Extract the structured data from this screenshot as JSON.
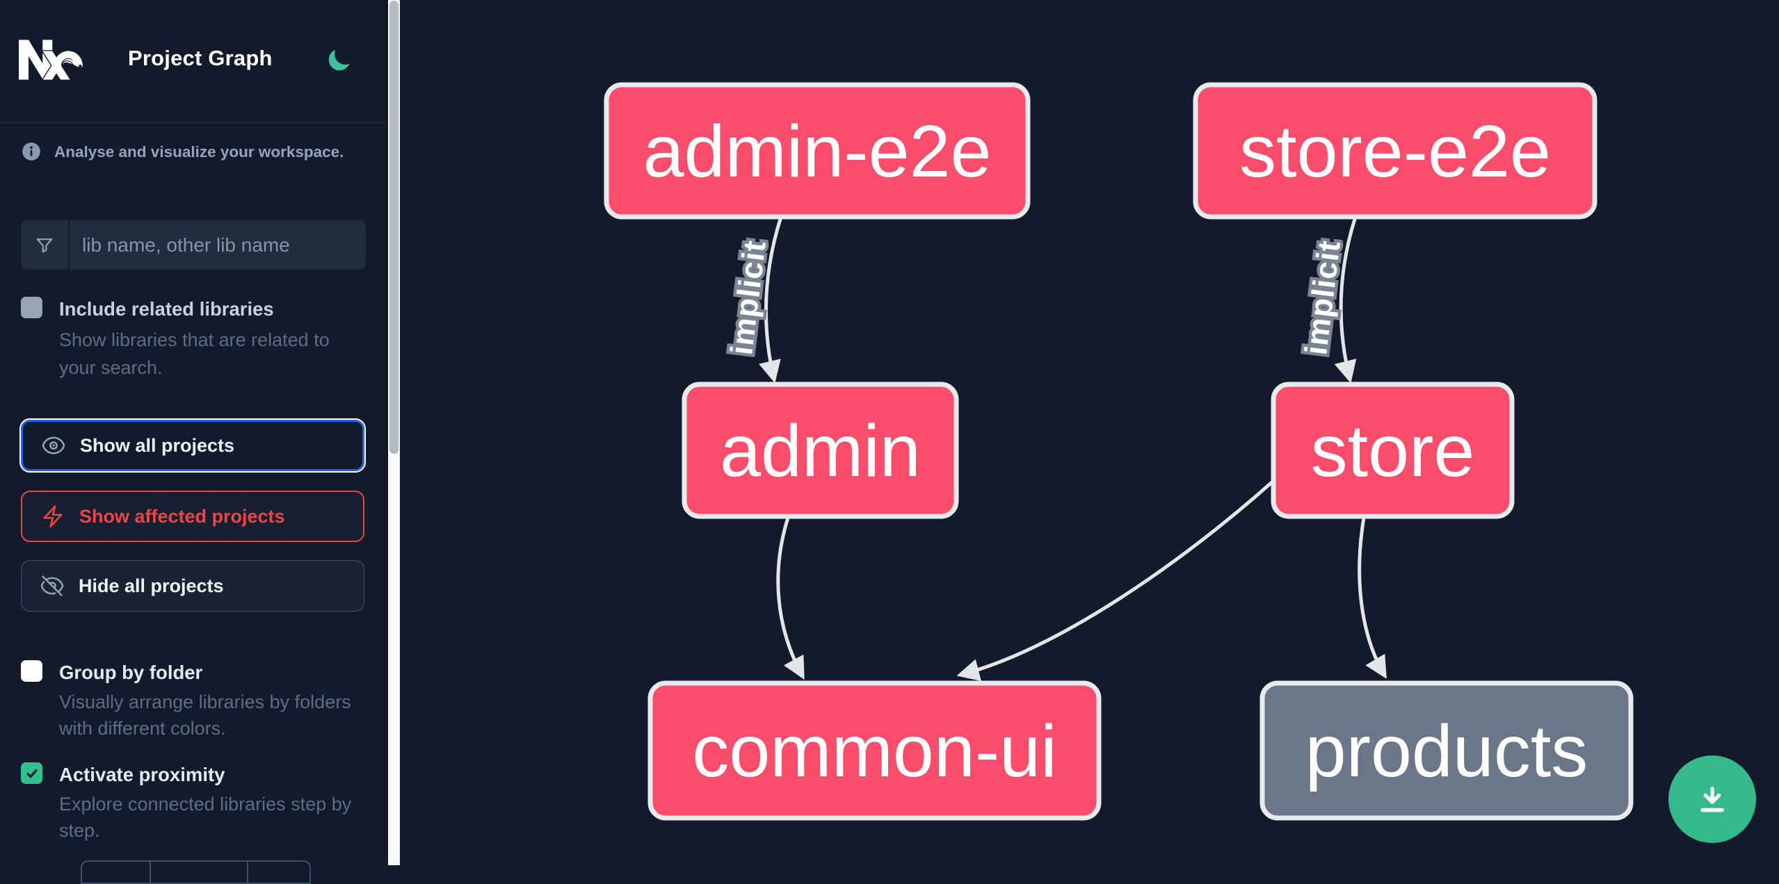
{
  "app": {
    "title": "Project Graph"
  },
  "sidebar": {
    "info_text": "Analyse and visualize your workspace.",
    "filter": {
      "placeholder": "lib name, other lib name",
      "value": ""
    },
    "options": [
      {
        "id": "include-related",
        "label": "Include related libraries",
        "description": "Show libraries that are related to your search.",
        "checked": false
      }
    ],
    "actions": [
      {
        "id": "show-all",
        "label": "Show all projects",
        "icon": "eye-icon",
        "state": "focused"
      },
      {
        "id": "show-affected",
        "label": "Show affected projects",
        "icon": "bolt-icon",
        "state": "danger"
      },
      {
        "id": "hide-all",
        "label": "Hide all projects",
        "icon": "eye-off-icon",
        "state": "default"
      }
    ],
    "toggles": [
      {
        "id": "group-by-folder",
        "label": "Group by folder",
        "description": "Visually arrange libraries by folders with different colors.",
        "checked": false
      },
      {
        "id": "activate-proximity",
        "label": "Activate proximity",
        "description": "Explore connected libraries step by step.",
        "checked": true
      }
    ]
  },
  "graph": {
    "nodes": [
      {
        "id": "admin-e2e",
        "label": "admin-e2e",
        "kind": "highlighted"
      },
      {
        "id": "store-e2e",
        "label": "store-e2e",
        "kind": "highlighted"
      },
      {
        "id": "admin",
        "label": "admin",
        "kind": "highlighted"
      },
      {
        "id": "store",
        "label": "store",
        "kind": "highlighted"
      },
      {
        "id": "common-ui",
        "label": "common-ui",
        "kind": "highlighted"
      },
      {
        "id": "products",
        "label": "products",
        "kind": "muted"
      }
    ],
    "edges": [
      {
        "source": "admin-e2e",
        "target": "admin",
        "label": "implicit"
      },
      {
        "source": "store-e2e",
        "target": "store",
        "label": "implicit"
      },
      {
        "source": "admin",
        "target": "common-ui",
        "label": ""
      },
      {
        "source": "store",
        "target": "common-ui",
        "label": ""
      },
      {
        "source": "store",
        "target": "products",
        "label": ""
      }
    ]
  },
  "fab": {
    "icon": "download-icon"
  },
  "colors": {
    "background": "#121a2b",
    "node_highlighted": "#f94d6b",
    "node_muted": "#6c7689",
    "node_border": "#e8eaed",
    "edge": "#e3e5e9",
    "accent_green": "#35b88c",
    "focus_blue": "#2563eb",
    "danger_red": "#ef4444"
  }
}
